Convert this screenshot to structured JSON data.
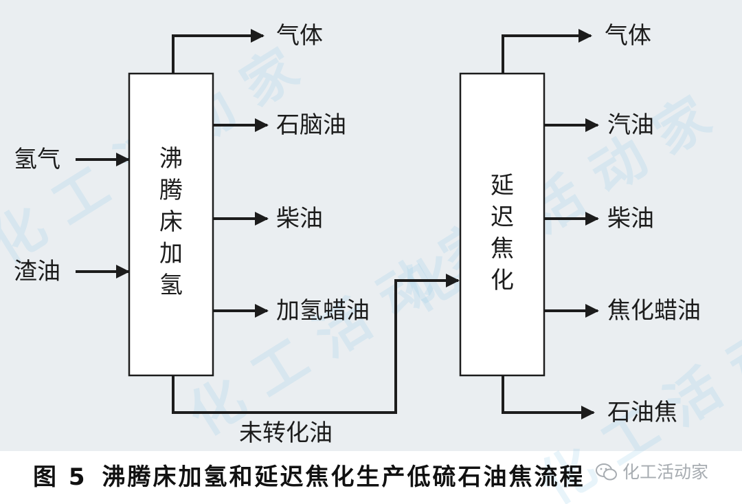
{
  "diagram": {
    "unit_a": {
      "label": "沸腾床加氢"
    },
    "unit_b": {
      "label": "延迟焦化"
    },
    "inputs": [
      "氢气",
      "渣油"
    ],
    "unit_a_outputs": [
      "气体",
      "石脑油",
      "柴油",
      "加氢蜡油"
    ],
    "connector_label": "未转化油",
    "unit_b_outputs": [
      "气体",
      "汽油",
      "柴油",
      "焦化蜡油",
      "石油焦"
    ]
  },
  "caption": {
    "figure_number": "图 5",
    "title": "沸腾床加氢和延迟焦化生产低硫石油焦流程"
  },
  "watermark": {
    "text": "化工活动家",
    "icon": "wechat-icon"
  },
  "colors": {
    "panel_background": "#eaeef1",
    "line": "#1c1c1c",
    "watermark_tile": "#96cde8"
  }
}
